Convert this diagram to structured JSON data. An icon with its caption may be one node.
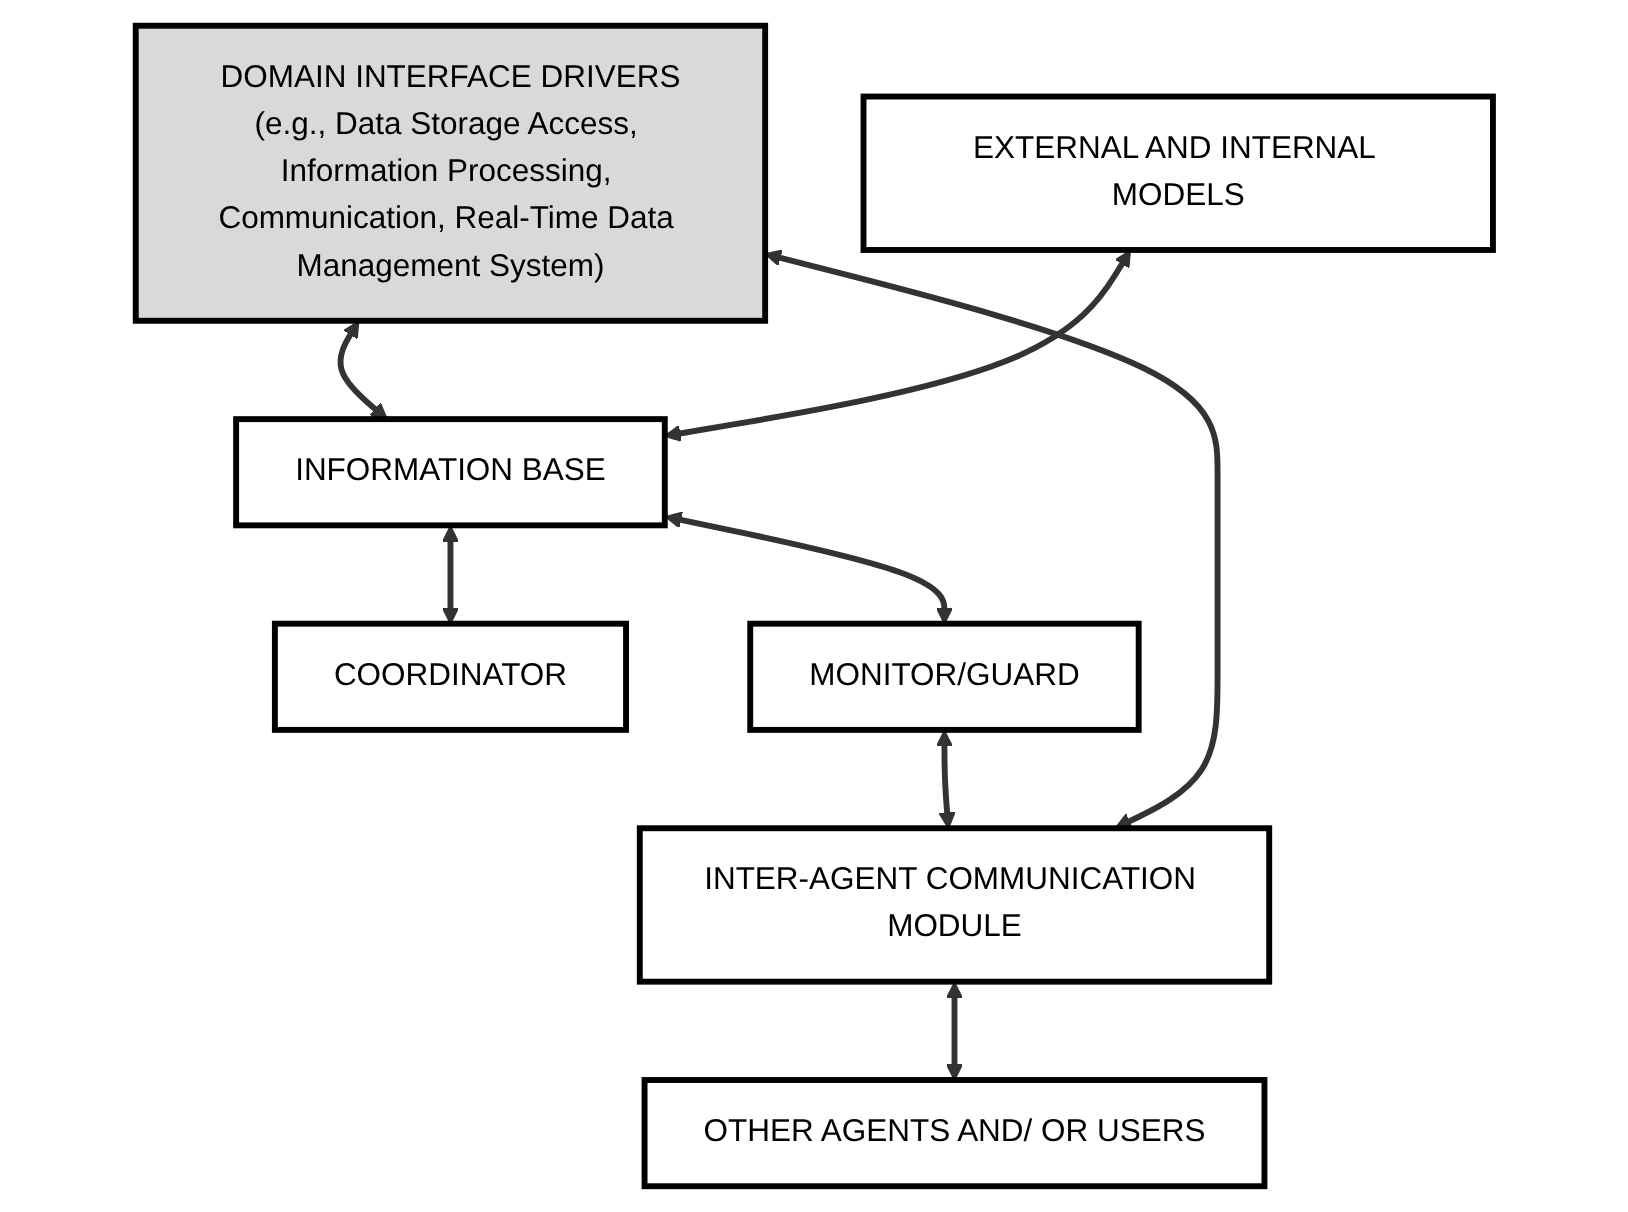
{
  "diagram": {
    "nodes": [
      {
        "text": [
          "DOMAIN INTERFACE DRIVERS",
          "(e.g., Data Storage Access, Information Processing, Communication, Real-Time Data Management System)"
        ]
      },
      {
        "text": [
          "EXTERNAL AND INTERNAL MODELS"
        ]
      },
      {
        "text": [
          "INFORMATION BASE"
        ]
      },
      {
        "text": [
          "COORDINATOR"
        ]
      },
      {
        "text": [
          "MONITOR/GUARD"
        ]
      },
      {
        "text": [
          "INTER-AGENT COMMUNICATION MODULE"
        ]
      },
      {
        "text": [
          "OTHER AGENTS AND/ OR USERS"
        ]
      }
    ],
    "edges": [
      {
        "from": 0,
        "to": 2,
        "arrow": "both"
      },
      {
        "from": 1,
        "to": 2,
        "arrow": "both"
      },
      {
        "from": 2,
        "to": 3,
        "arrow": "both"
      },
      {
        "from": 2,
        "to": 4,
        "arrow": "both"
      },
      {
        "from": 4,
        "to": 5,
        "arrow": "both"
      },
      {
        "from": 5,
        "to": 6,
        "arrow": "both"
      },
      {
        "from": 5,
        "to": 0,
        "arrow": "both"
      }
    ]
  }
}
